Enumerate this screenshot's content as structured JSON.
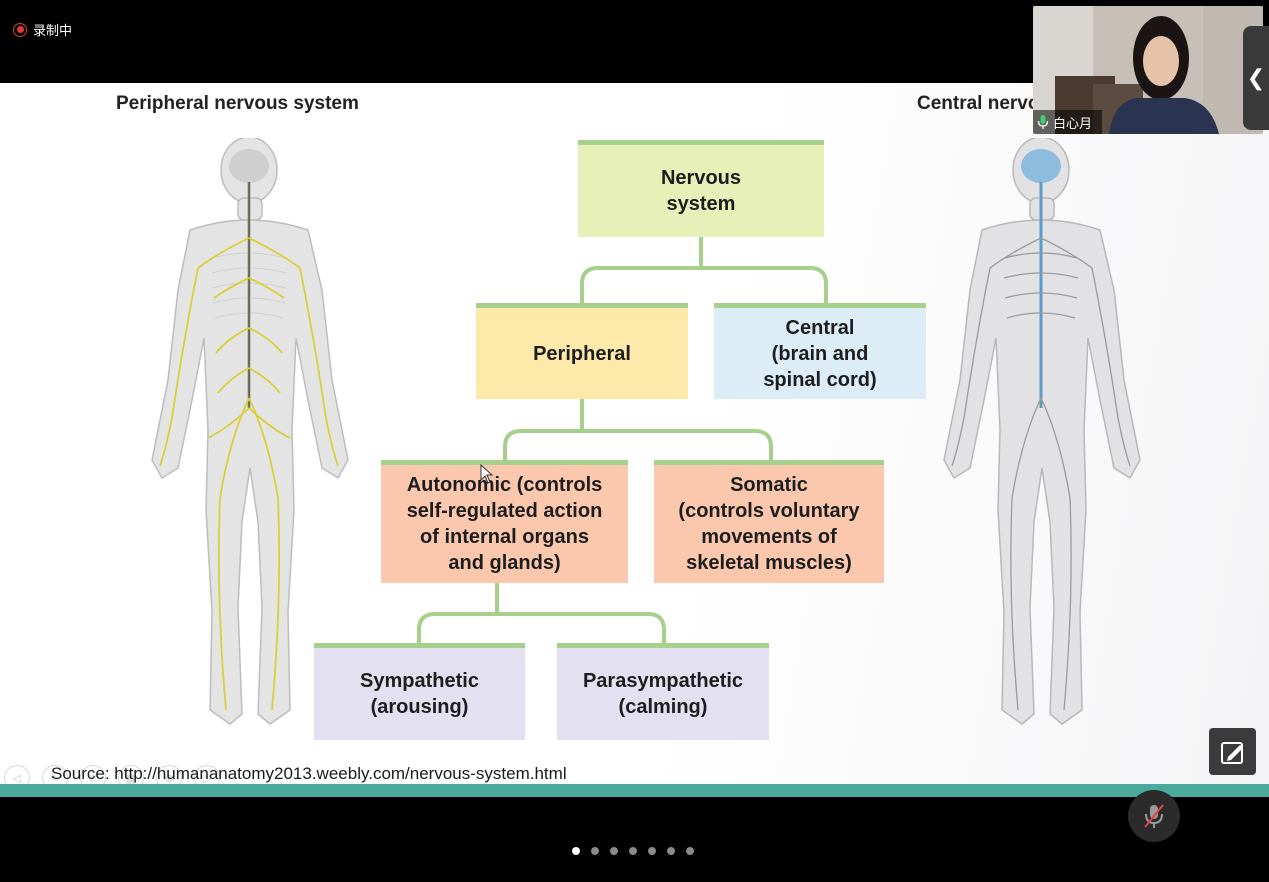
{
  "recording": {
    "label": "录制中",
    "color": "#e03b3b"
  },
  "slide": {
    "left_heading": "Peripheral nervous system",
    "right_heading": "Central nervous system",
    "boxes": {
      "nervous": "Nervous\nsystem",
      "peripheral": "Peripheral",
      "central": "Central\n(brain and\nspinal cord)",
      "autonomic": "Autonomic (controls\nself-regulated action\nof internal organs\nand glands)",
      "somatic": "Somatic\n(controls voluntary\nmovements of\nskeletal muscles)",
      "sympathetic": "Sympathetic\n(arousing)",
      "parasympathetic": "Parasympathetic\n(calming)"
    },
    "source": "Source: http://humananatomy2013.weebly.com/nervous-system.html",
    "colors": {
      "connector": "#a8d08d",
      "accent_bar": "#4aaa9c"
    }
  },
  "video": {
    "participant_name": "白心月"
  },
  "controls": {
    "collapse_icon": "chevron-left-icon",
    "annotate_icon": "annotate-icon",
    "mic_icon": "mic-muted-icon"
  },
  "pagination": {
    "count": 7,
    "active_index": 0
  }
}
